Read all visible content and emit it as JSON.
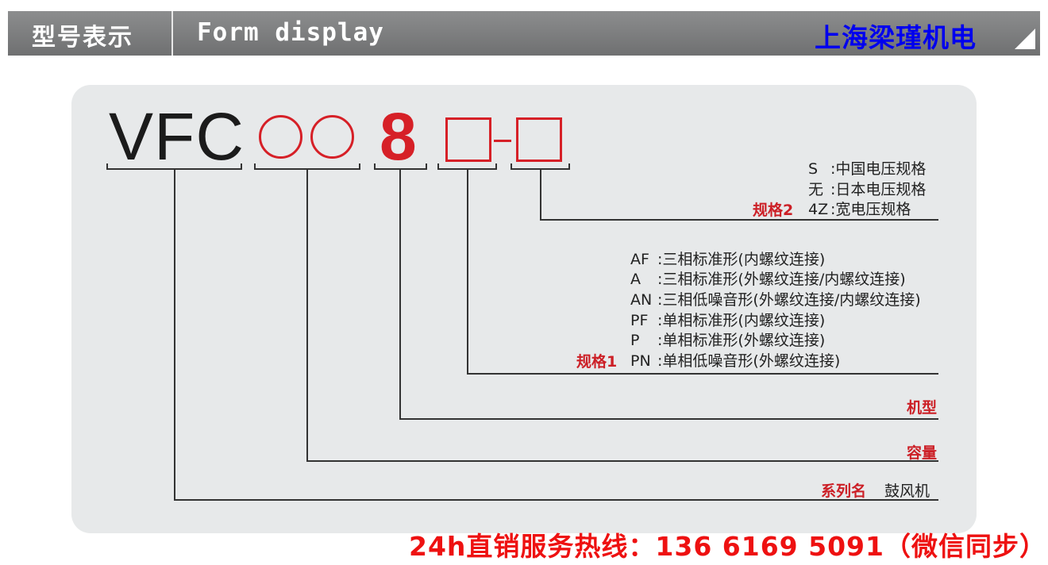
{
  "header": {
    "title": "型号表示",
    "subtitle": "Form display",
    "company": "上海梁瑾机电"
  },
  "model": {
    "prefix": "VFC",
    "digit": "8",
    "separator": "-"
  },
  "spec2": {
    "label": "规格2",
    "items": [
      {
        "code": "S",
        "desc": ":中国电压规格"
      },
      {
        "code": "无",
        "desc": ":日本电压规格"
      },
      {
        "code": "4Z",
        "desc": ":宽电压规格"
      }
    ]
  },
  "spec1": {
    "label": "规格1",
    "items": [
      {
        "code": "AF",
        "desc": ":三相标准形(内螺纹连接)"
      },
      {
        "code": "A",
        "desc": ":三相标准形(外螺纹连接/内螺纹连接)"
      },
      {
        "code": "AN",
        "desc": ":三相低噪音形(外螺纹连接/内螺纹连接)"
      },
      {
        "code": "PF",
        "desc": ":单相标准形(内螺纹连接)"
      },
      {
        "code": "P",
        "desc": ":单相标准形(外螺纹连接)"
      },
      {
        "code": "PN",
        "desc": ":单相低噪音形(外螺纹连接)"
      }
    ]
  },
  "frame_label": "机型",
  "capacity_label": "容量",
  "series": {
    "label": "系列名",
    "value": "鼓风机"
  },
  "hotline": "24h直销服务热线：136 6169 5091（微信同步）",
  "colors": {
    "accent_red": "#d62027",
    "company_blue": "#0000ee",
    "header_gray": "#7d7e7f",
    "panel_gray": "#e7e9ea"
  }
}
